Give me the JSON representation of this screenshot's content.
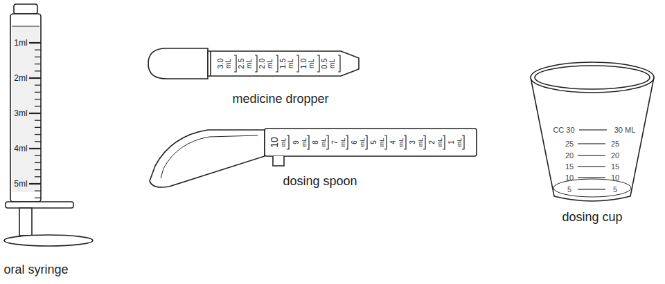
{
  "diagram": {
    "labels": [
      "1ml",
      "2ml",
      "3ml",
      "4ml",
      "5ml",
      "oral syringe",
      "3.0",
      "mL",
      "2.5",
      "mL",
      "2.0",
      "mL",
      "1.5",
      "mL",
      "1.0",
      "mL",
      "0.5",
      "mL",
      "medicine dropper",
      "10",
      "mL",
      "9",
      "mL",
      "8",
      "mL",
      "7",
      "mL",
      "6",
      "mL",
      "5",
      "mL",
      "4",
      "mL",
      "3",
      "mL",
      "2",
      "mL",
      "1",
      "mL",
      "dosing spoon",
      "CC 30",
      "30 ML",
      "25",
      "25",
      "20",
      "20",
      "15",
      "15",
      "10",
      "10",
      "5",
      "5",
      "dosing cup"
    ]
  }
}
